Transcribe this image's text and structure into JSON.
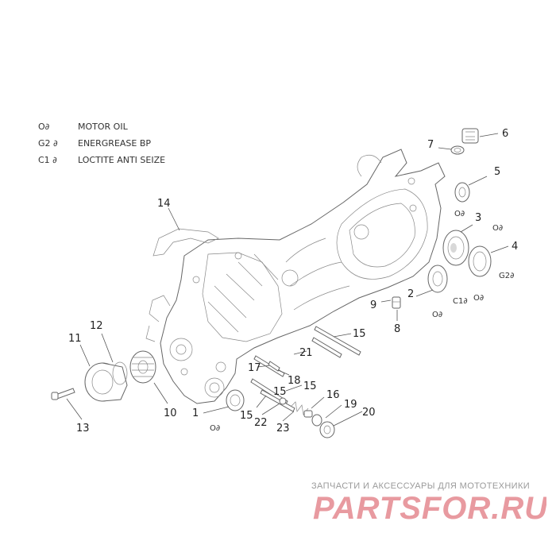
{
  "legend": [
    {
      "code": "O∂",
      "text": "MOTOR OIL"
    },
    {
      "code": "G2 ∂",
      "text": "ENERGREASE BP"
    },
    {
      "code": "C1 ∂",
      "text": "LOCTITE ANTI SEIZE"
    }
  ],
  "callouts": [
    "1",
    "2",
    "3",
    "4",
    "5",
    "6",
    "7",
    "8",
    "9",
    "10",
    "11",
    "12",
    "13",
    "14",
    "15",
    "15",
    "15",
    "15",
    "16",
    "17",
    "18",
    "19",
    "20",
    "21",
    "22",
    "23"
  ],
  "lubrication_marks": {
    "oil": "O∂",
    "grease": "G2∂",
    "loctite": "C1∂"
  },
  "watermark": {
    "tagline": "ЗАПЧАСТИ И АКСЕССУАРЫ ДЛЯ МОТОТЕХНИКИ",
    "logo": "PARTSFOR.RU",
    "color": "#e89aa0"
  }
}
